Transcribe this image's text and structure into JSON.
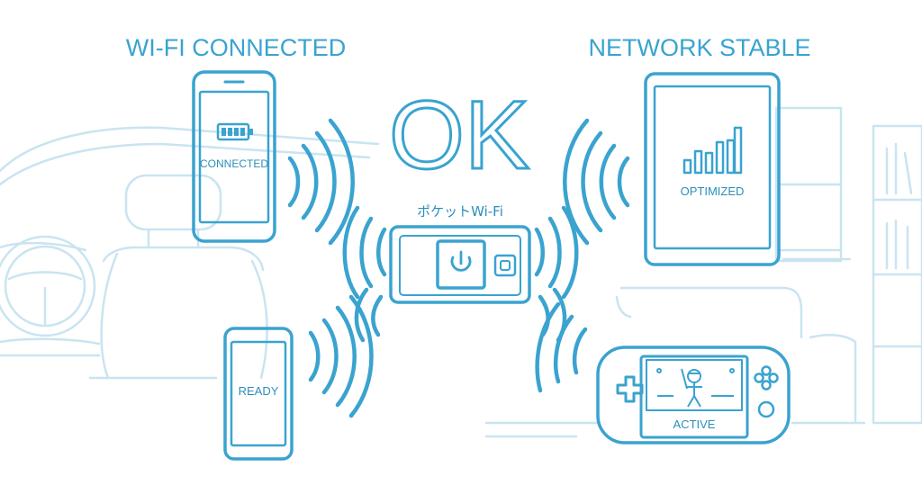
{
  "headings": {
    "left": "WI-FI CONNECTED",
    "right": "NETWORK STABLE",
    "center": "OK"
  },
  "router": {
    "label": "ポケットWi-Fi"
  },
  "devices": {
    "phone_top": {
      "screen_text": "CONNECTED"
    },
    "phone_bottom": {
      "screen_text": "READY"
    },
    "tablet": {
      "screen_text": "OPTIMIZED"
    },
    "handheld": {
      "screen_text": "ACTIVE"
    }
  },
  "colors": {
    "accent": "#3aa3cf",
    "background_lines": "#c9e4f1",
    "background": "#ffffff"
  },
  "icons": [
    "battery-icon",
    "signal-bars-icon",
    "power-icon",
    "dpad-icon",
    "game-character-icon",
    "face-buttons-icon",
    "wifi-wave-icon"
  ]
}
